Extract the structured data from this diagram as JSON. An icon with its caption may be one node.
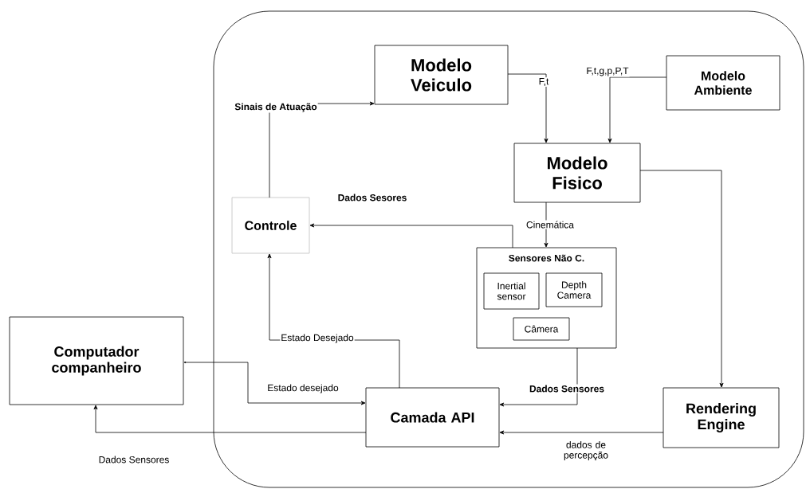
{
  "diagram": {
    "nodes": [
      {
        "text": [],
        "shape": "box"
      },
      {
        "text": [
          "Modelo Veiculo"
        ],
        "in": 0
      },
      {
        "text": [
          "Modelo Ambiente"
        ],
        "in": 0
      },
      {
        "text": [
          "Modelo Fisico"
        ],
        "in": 0
      },
      {
        "text": [
          "Controle"
        ],
        "in": 0
      },
      {
        "text": [
          "Sensores Não C."
        ],
        "in": 0
      },
      {
        "text": [
          "Inertial sensor"
        ],
        "in": 5
      },
      {
        "text": [
          "Depth Camera"
        ],
        "in": 5
      },
      {
        "text": [
          "Câmera"
        ],
        "in": 5
      },
      {
        "text": [
          "Computador companheiro"
        ]
      },
      {
        "text": [
          "Camada API"
        ],
        "in": 0
      },
      {
        "text": [
          "Rendering Engine"
        ],
        "in": 0
      }
    ],
    "edges": [
      {
        "from": 4,
        "to": 1,
        "arrow": "to",
        "label": "Sinais de Atuação"
      },
      {
        "from": 1,
        "to": 3,
        "arrow": "to",
        "label": "F,t"
      },
      {
        "from": 2,
        "to": 3,
        "arrow": "to",
        "label": "F,t,g,p,P,T"
      },
      {
        "from": 3,
        "to": 5,
        "arrow": "to",
        "label": "Cinemática"
      },
      {
        "from": 5,
        "to": 4,
        "arrow": "to",
        "label": "Dados Sesores"
      },
      {
        "from": 3,
        "to": 11,
        "arrow": "to"
      },
      {
        "from": 5,
        "to": 10,
        "arrow": "to",
        "label": "Dados Sensores"
      },
      {
        "from": 11,
        "to": 10,
        "arrow": "to",
        "label": "dados de percepção"
      },
      {
        "from": 10,
        "to": 4,
        "arrow": "to",
        "label": "Estado Desejado"
      },
      {
        "from": 9,
        "to": 10,
        "arrow": "both",
        "label": "Estado desejado"
      },
      {
        "from": 10,
        "to": 9,
        "arrow": "to",
        "label": "Dados Sensores"
      }
    ]
  }
}
